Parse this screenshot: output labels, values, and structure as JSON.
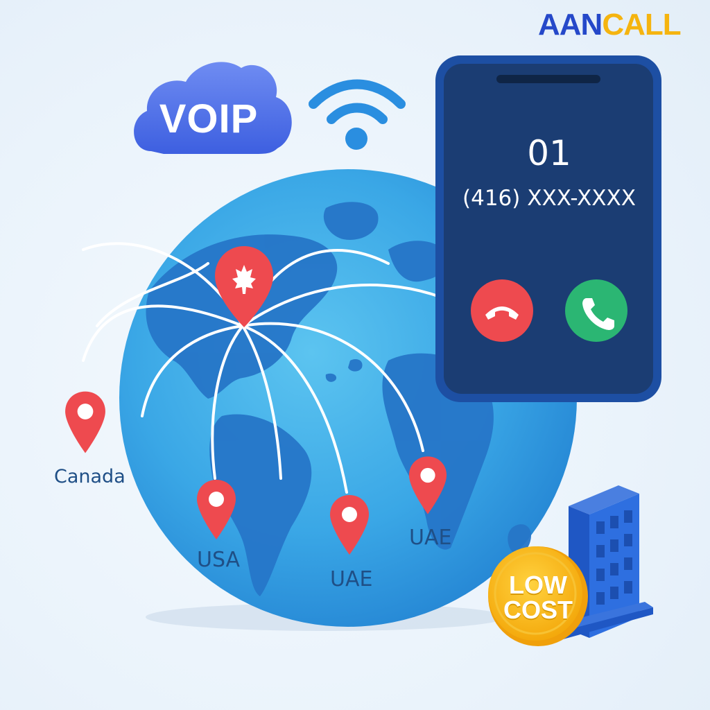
{
  "brand": {
    "logo_part1": "AAN",
    "logo_part2": "CALL",
    "primary": "#2548c9",
    "accent": "#f5b40f"
  },
  "cloud": {
    "label": "VOIP",
    "icon": "cloud-icon"
  },
  "wifi": {
    "icon": "wifi-icon"
  },
  "phone": {
    "caller_code": "01",
    "caller_number": "(416) XXX-XXXX",
    "decline_icon": "phone-hangup-icon",
    "accept_icon": "phone-answer-icon",
    "decline_color": "#ee4a4f",
    "accept_color": "#2bb673"
  },
  "globe": {
    "icon": "globe-icon",
    "hub_icon": "maple-leaf-pin-icon"
  },
  "locations": [
    {
      "name": "Canada"
    },
    {
      "name": "USA"
    },
    {
      "name": "UAE"
    },
    {
      "name": "UAE"
    }
  ],
  "badge": {
    "line1": "LOW",
    "line2": "COST"
  },
  "building": {
    "icon": "office-building-icon"
  }
}
